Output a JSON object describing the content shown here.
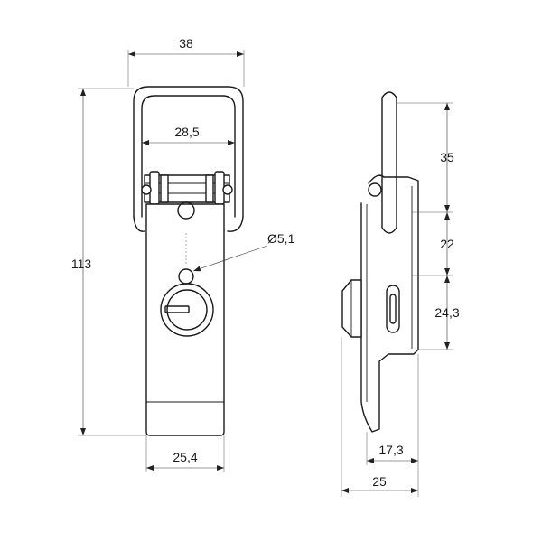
{
  "dimensions": {
    "front_overall_width": "38",
    "front_inner_width": "28,5",
    "hole_diameter": "Ø5,1",
    "front_overall_height": "113",
    "front_base_width": "25,4",
    "side_upper": "35",
    "side_middle": "22",
    "side_lower": "24,3",
    "side_hook_width": "17,3",
    "side_overall_depth": "25"
  }
}
